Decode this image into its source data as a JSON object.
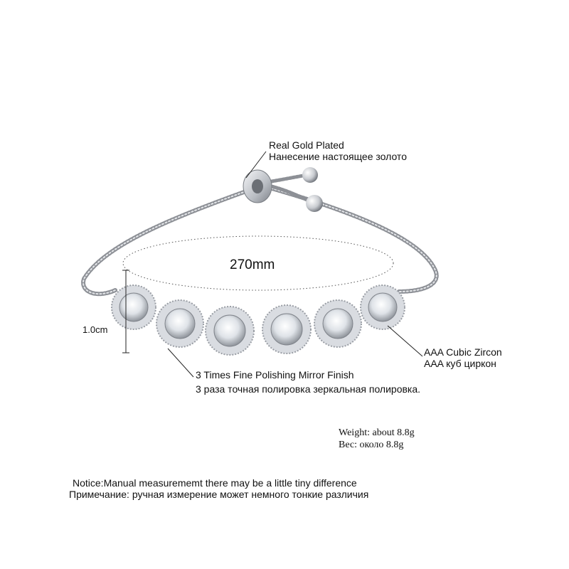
{
  "callouts": {
    "gold_en": "Real Gold Plated",
    "gold_ru": "Нанесение настоящее золото",
    "length": "270mm",
    "height": "1.0cm",
    "zircon_en": "AAA Cubic Zircon",
    "zircon_ru": "AAA куб циркон",
    "polish_en": "3 Times Fine Polishing Mirror Finish",
    "polish_ru": "3 раза точная полировка зеркальная полировка."
  },
  "weight": {
    "en": "Weight: about  8.8g",
    "ru": "Вес: около  8.8g"
  },
  "notice": {
    "en": "Notice:Manual measurememt there may be a little tiny difference",
    "ru": "Примечание: ручная измерение может немного тонкие различия"
  },
  "colors": {
    "metal": "#c9ccd1",
    "metal_dark": "#8d9096",
    "stone": "#f4f6f8",
    "line": "#222222"
  }
}
